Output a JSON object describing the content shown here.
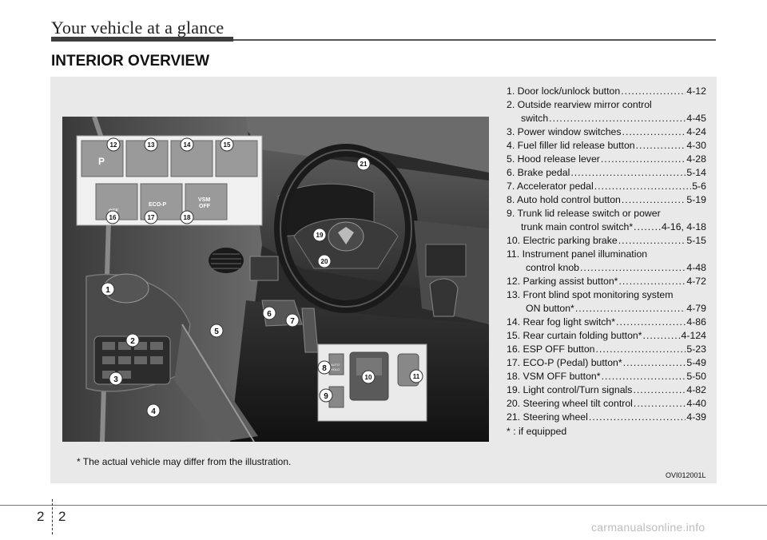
{
  "header": {
    "title": "Your vehicle at a glance"
  },
  "section": {
    "title": "INTERIOR OVERVIEW"
  },
  "legend": {
    "items": [
      {
        "label": "1. Door lock/unlock button ",
        "page": "4-12"
      },
      {
        "label_line1": "2. Outside rearview mirror control",
        "label": "switch ",
        "page": "4-45"
      },
      {
        "label": "3. Power window switches ",
        "page": "4-24"
      },
      {
        "label": "4. Fuel filler lid release button",
        "page": "4-30"
      },
      {
        "label": "5. Hood release lever",
        "page": "4-28"
      },
      {
        "label": "6. Brake pedal",
        "page": "5-14"
      },
      {
        "label": "7. Accelerator pedal ",
        "page": "5-6"
      },
      {
        "label": "8. Auto hold control button",
        "page": "5-19"
      },
      {
        "label_line1": "9. Trunk lid release switch or power",
        "label": "trunk main control switch* ",
        "page": "4-16, 4-18"
      },
      {
        "label": "10. Electric parking brake ",
        "page": "5-15"
      },
      {
        "label_line1": "11. Instrument panel illumination",
        "label": "control knob ",
        "page": "4-48"
      },
      {
        "label": "12. Parking assist button* ",
        "page": "4-72"
      },
      {
        "label_line1": "13. Front blind spot monitoring system",
        "label": "ON button* ",
        "page": "4-79"
      },
      {
        "label": "14. Rear fog light switch* ",
        "page": "4-86"
      },
      {
        "label": "15. Rear curtain folding button* ",
        "page": "4-124"
      },
      {
        "label": "16. ESP OFF button ",
        "page": "5-23"
      },
      {
        "label": "17. ECO-P (Pedal) button*",
        "page": "5-49"
      },
      {
        "label": "18. VSM OFF button*",
        "page": "5-50"
      },
      {
        "label": "19. Light control/Turn signals ",
        "page": "4-82"
      },
      {
        "label": "20. Steering wheel tilt control ",
        "page": "4-40"
      },
      {
        "label": "21. Steering wheel ",
        "page": "4-39"
      }
    ],
    "equip_note": "* : if equipped"
  },
  "illustration": {
    "callouts": [
      "1",
      "2",
      "3",
      "4",
      "5",
      "6",
      "7",
      "8",
      "9",
      "10",
      "11",
      "12",
      "13",
      "14",
      "15",
      "16",
      "17",
      "18",
      "19",
      "20",
      "21"
    ],
    "buttons": {
      "park": "P",
      "eco": "ECO-P",
      "vsm": "VSM",
      "vsm2": "OFF",
      "off": "OFF",
      "auto": "AUTO",
      "hold": "HOLD"
    },
    "footnote": "* The actual vehicle may differ from the illustration.",
    "code": "OVI012001L"
  },
  "footer": {
    "page_left": "2",
    "page_right": "2",
    "watermark": "carmanualsonline.info"
  }
}
